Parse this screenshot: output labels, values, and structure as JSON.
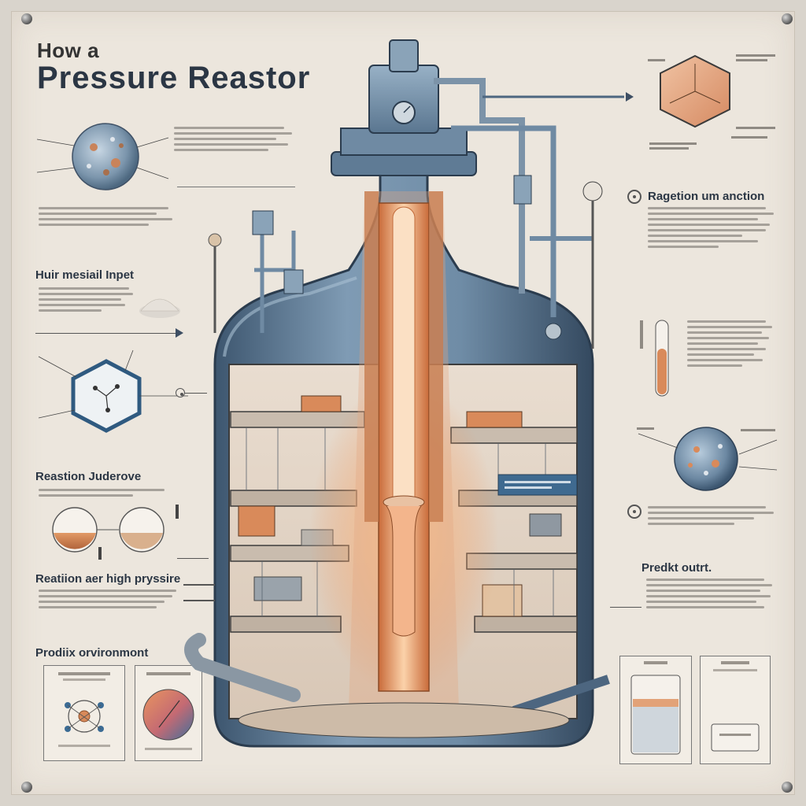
{
  "poster": {
    "title_line1": "How a",
    "title_line2": "Pressure Reastor"
  },
  "sections": {
    "left_1": "Huir mesiail Inpet",
    "left_2": "Reastion Juderove",
    "left_3": "Reatiion aer high pryssire",
    "left_4": "Prodiix orvironmont",
    "right_1": "Ragetion um anction",
    "right_2": "Predkt outrt."
  },
  "colors": {
    "vessel_blue": "#4d6a86",
    "vessel_light": "#8fa9bf",
    "copper": "#d98a5a",
    "core_glow": "#f3b07c",
    "paper": "#ece6dd"
  },
  "icons": {
    "particle": "molecule-sphere-icon",
    "hex": "hexagon-molecule-icon",
    "flask": "round-flask-icon",
    "tube": "test-tube-icon",
    "beaker": "beaker-icon",
    "gauge": "pressure-gauge-icon",
    "arrow": "arrow-right-icon"
  }
}
